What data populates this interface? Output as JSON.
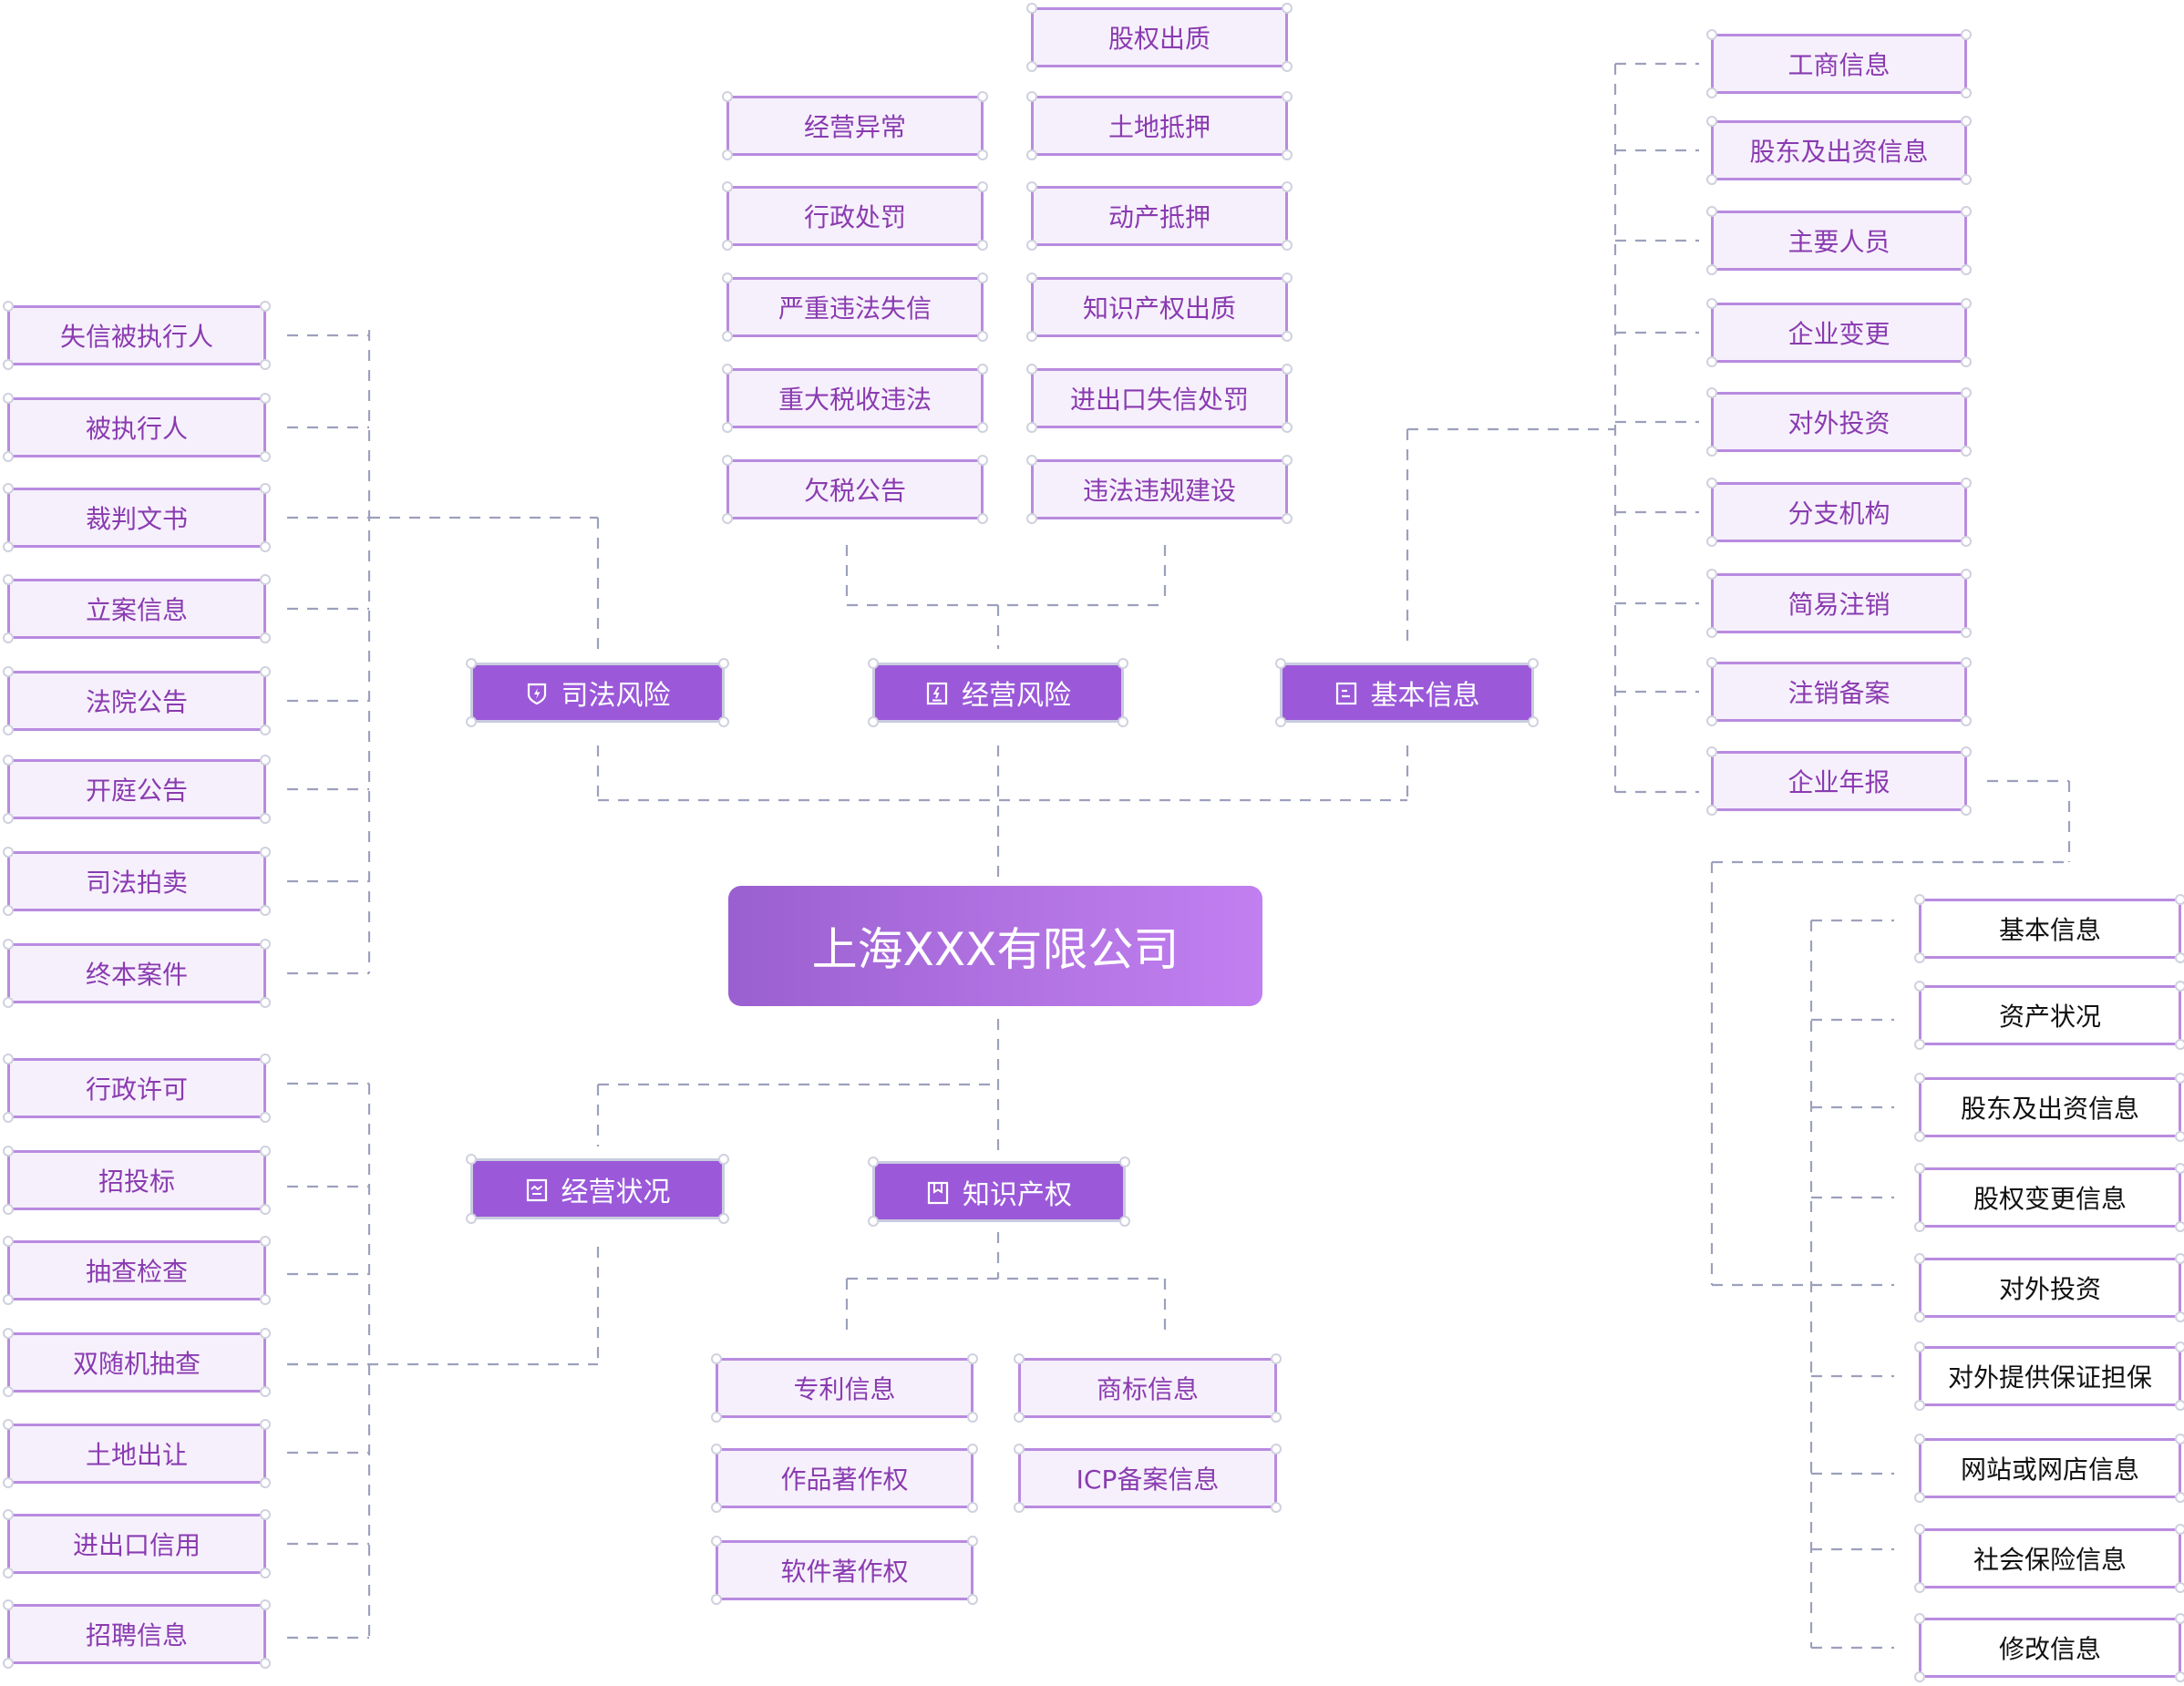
{
  "root": {
    "label": "上海XXX有限公司"
  },
  "categories": {
    "judicial_risk": {
      "label": "司法风险",
      "icon": "shield-bolt-icon",
      "items": [
        "失信被执行人",
        "被执行人",
        "裁判文书",
        "立案信息",
        "法院公告",
        "开庭公告",
        "司法拍卖",
        "终本案件"
      ]
    },
    "operating_risk": {
      "label": "经营风险",
      "icon": "document-bolt-icon",
      "items_left": [
        "经营异常",
        "行政处罚",
        "严重违法失信",
        "重大税收违法",
        "欠税公告"
      ],
      "items_right": [
        "股权出质",
        "土地抵押",
        "动产抵押",
        "知识产权出质",
        "进出口失信处罚",
        "违法违规建设"
      ]
    },
    "basic_info": {
      "label": "基本信息",
      "icon": "list-doc-icon",
      "items": [
        "工商信息",
        "股东及出资信息",
        "主要人员",
        "企业变更",
        "对外投资",
        "分支机构",
        "简易注销",
        "注销备案",
        "企业年报"
      ],
      "annual_report_items": [
        "基本信息",
        "资产状况",
        "股东及出资信息",
        "股权变更信息",
        "对外投资",
        "对外提供保证担保",
        "网站或网店信息",
        "社会保险信息",
        "修改信息"
      ]
    },
    "operating_status": {
      "label": "经营状况",
      "icon": "chart-doc-icon",
      "items": [
        "行政许可",
        "招投标",
        "抽查检查",
        "双随机抽查",
        "土地出让",
        "进出口信用",
        "招聘信息"
      ]
    },
    "intellectual_property": {
      "label": "知识产权",
      "icon": "bookmark-doc-icon",
      "items_left": [
        "专利信息",
        "作品著作权",
        "软件著作权"
      ],
      "items_right": [
        "商标信息",
        "ICP备案信息"
      ]
    }
  },
  "colors": {
    "category_fill": "#9b59d9",
    "leaf_fill": "#f6f0fc",
    "leaf_border": "#b98be0",
    "leaf_text": "#8a3bb0",
    "connector": "#9da0bd",
    "root_gradient_start": "#9a5fd0",
    "root_gradient_end": "#c17ff0"
  }
}
